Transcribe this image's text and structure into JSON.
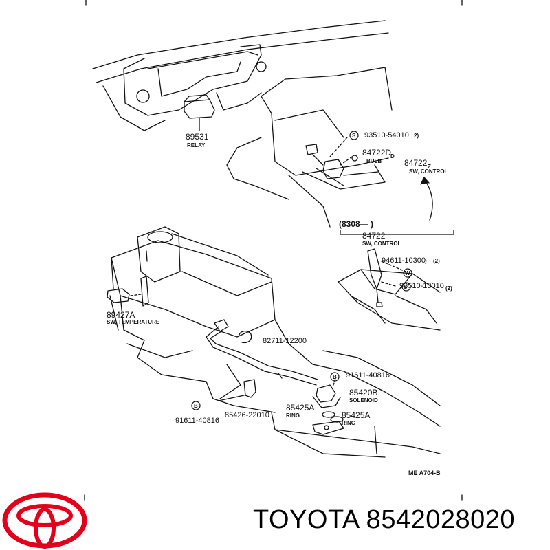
{
  "diagram": {
    "relay": {
      "part": "89531",
      "caption": "RELAY"
    },
    "bolt_top": {
      "mark": "S",
      "part": "93510-54010",
      "qty": "2)"
    },
    "bulb": {
      "part": "84722D",
      "sub": "D",
      "caption": "BULB"
    },
    "switch_top": {
      "part": "84722",
      "sub": "Z",
      "caption": "SW, CONTROL"
    },
    "inset": {
      "range": "(8308—          )",
      "switch": {
        "part": "84722",
        "caption": "SW, CONTROL"
      },
      "screw": {
        "mark": "W",
        "part": "94611-10300",
        "qty": "(2)",
        "paren": ")"
      },
      "bolt": {
        "mark": "S",
        "part": "93510-13010",
        "qty": "(2)"
      }
    },
    "temp_switch": {
      "part": "89427A",
      "caption": "SW, TEMPERATURE"
    },
    "clamp": {
      "part": "82711-12200"
    },
    "bolt_right": {
      "mark": "B",
      "part": "91611-40816"
    },
    "solenoid": {
      "part": "85420B",
      "caption": "SOLENOID"
    },
    "ring_left": {
      "part": "85425A",
      "caption": "RING"
    },
    "ring_right": {
      "part": "85425A",
      "caption": "RING"
    },
    "bolt_left": {
      "mark": "B",
      "part": "91611-40816"
    },
    "bracket": {
      "part": "85426-22010"
    },
    "ref_code": "ME  A704-B"
  },
  "footer": {
    "brand_text": "TOYOTA 8542028020",
    "logo_icon": "toyota-logo-icon",
    "logo_color": "#E2001A"
  }
}
